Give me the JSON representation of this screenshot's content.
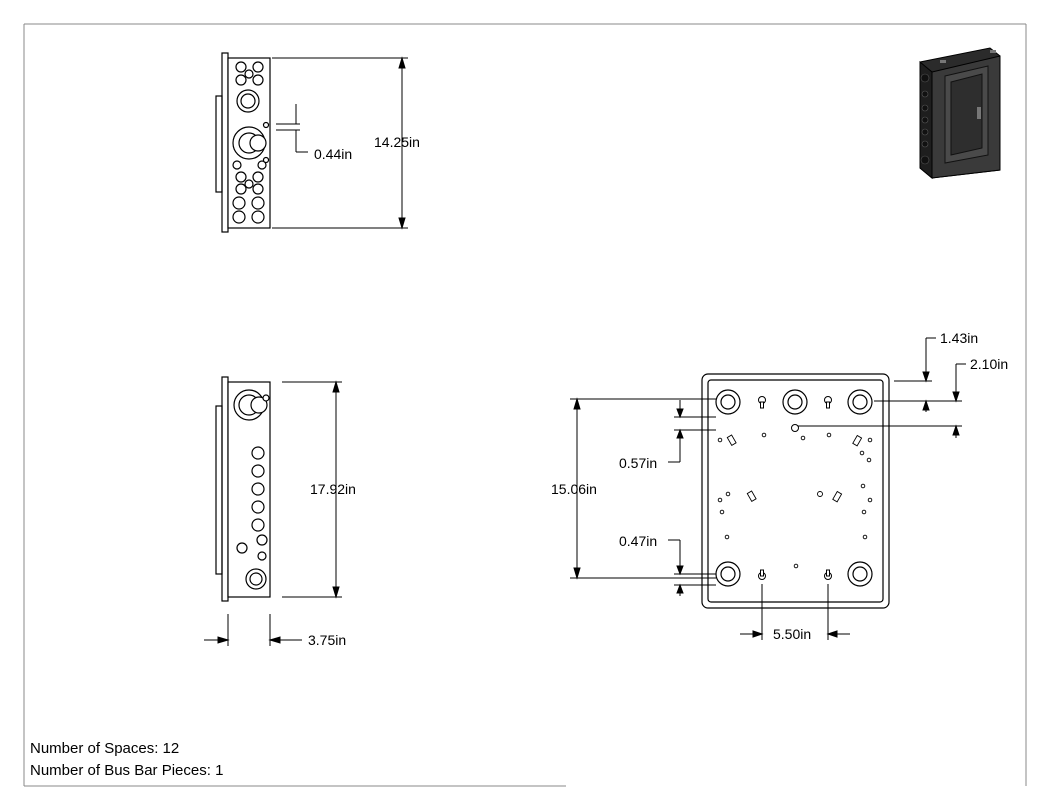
{
  "dimensions": {
    "knockout_offset": "0.44in",
    "side_height": "14.25in",
    "side2_height": "17.92in",
    "depth": "3.75in",
    "top_offset_a": "1.43in",
    "top_offset_b": "2.10in",
    "knockout_spacing_top": "0.57in",
    "back_height": "15.06in",
    "knockout_spacing_bottom": "0.47in",
    "keyhole_spacing": "5.50in"
  },
  "notes": {
    "spaces_label": "Number of Spaces: 12",
    "busbar_label": "Number of Bus Bar Pieces: 1"
  },
  "colors": {
    "line": "#000000",
    "panel_dark": "#2b2b2b",
    "panel_mid": "#4a4a4a"
  }
}
